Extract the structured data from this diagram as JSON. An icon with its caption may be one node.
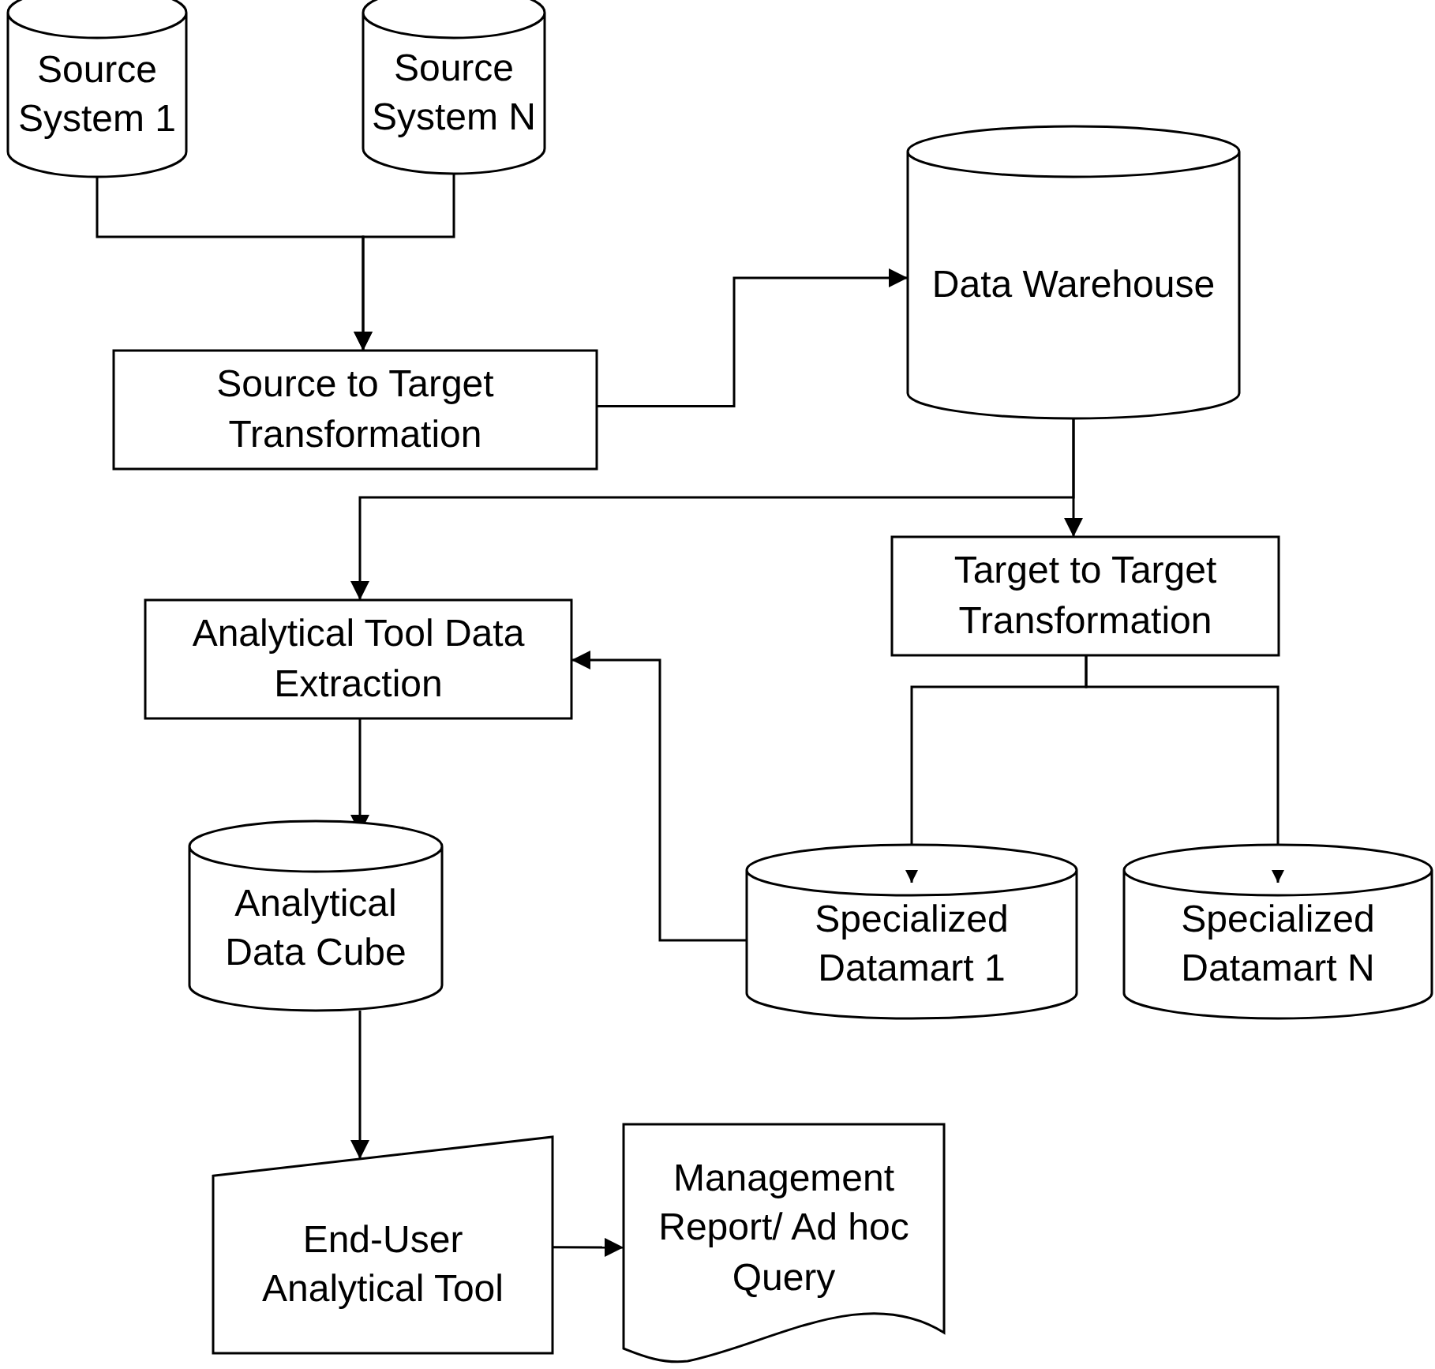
{
  "diagram": {
    "nodes": [
      {
        "text": [
          "Source System 1"
        ]
      },
      {
        "text": [
          "Source System N"
        ]
      },
      {
        "text": [
          "Source to Target Transformation"
        ]
      },
      {
        "text": [
          "Data Warehouse"
        ]
      },
      {
        "text": [
          "Target to Target Transformation"
        ]
      },
      {
        "text": [
          "Analytical Tool Data Extraction"
        ]
      },
      {
        "text": [
          "Specialized Datamart 1"
        ]
      },
      {
        "text": [
          "Specialized Datamart N"
        ]
      },
      {
        "text": [
          "Analytical Data Cube"
        ]
      },
      {
        "text": [
          "End-User Analytical Tool"
        ]
      },
      {
        "text": [
          "Management Report/ Ad hoc Query"
        ]
      }
    ],
    "edges": [
      {
        "from": 0,
        "to": 2,
        "arrow": "to"
      },
      {
        "from": 1,
        "to": 2,
        "arrow": "to"
      },
      {
        "from": 2,
        "to": 3,
        "arrow": "to"
      },
      {
        "from": 3,
        "to": 4,
        "arrow": "to"
      },
      {
        "from": 3,
        "to": 5,
        "arrow": "to"
      },
      {
        "from": 4,
        "to": 6,
        "arrow": "to"
      },
      {
        "from": 4,
        "to": 7,
        "arrow": "to"
      },
      {
        "from": 6,
        "to": 5,
        "arrow": "to"
      },
      {
        "from": 5,
        "to": 8,
        "arrow": "to"
      },
      {
        "from": 8,
        "to": 9,
        "arrow": "to"
      },
      {
        "from": 9,
        "to": 10,
        "arrow": "to"
      }
    ]
  }
}
